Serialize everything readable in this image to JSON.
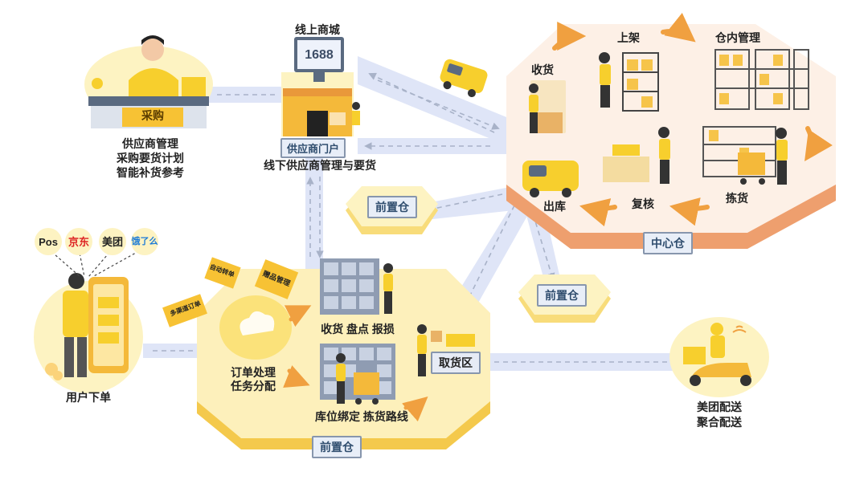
{
  "supplier": {
    "caption_1": "供应商管理",
    "caption_2": "采购要货计划",
    "caption_3": "智能补货参考",
    "desk_sign": "采购"
  },
  "mall": {
    "title": "线上商城",
    "screen_text": "1688",
    "portal_sign": "供应商门户",
    "caption": "线下供应商管理与要货"
  },
  "central": {
    "name": "中心仓",
    "steps": {
      "receive": "收货",
      "shelve": "上架",
      "storage": "仓内管理",
      "pick": "拣货",
      "check": "复核",
      "ship": "出库"
    }
  },
  "front_small_1": {
    "name": "前置仓"
  },
  "front_small_2": {
    "name": "前置仓"
  },
  "front_main": {
    "name": "前置仓",
    "order_caption_1": "订单处理",
    "order_caption_2": "任务分配",
    "receive_caption": "收货  盘点  报损",
    "bind_caption": "库位绑定  拣货路线",
    "pickup": "取货区",
    "note_1": "自动转单",
    "note_2": "赠品管理",
    "note_3": "多渠道订单"
  },
  "user": {
    "caption": "用户下单",
    "channels": [
      "Pos",
      "京东",
      "美团",
      "饿了么"
    ]
  },
  "delivery": {
    "caption_1": "美团配送",
    "caption_2": "聚合配送"
  },
  "colors": {
    "yellow": "#f7cf2d",
    "light_yellow": "#fdf3c2",
    "peach": "#fbe1cc",
    "flow": "#d7def5",
    "tag_border": "#8796ad"
  }
}
